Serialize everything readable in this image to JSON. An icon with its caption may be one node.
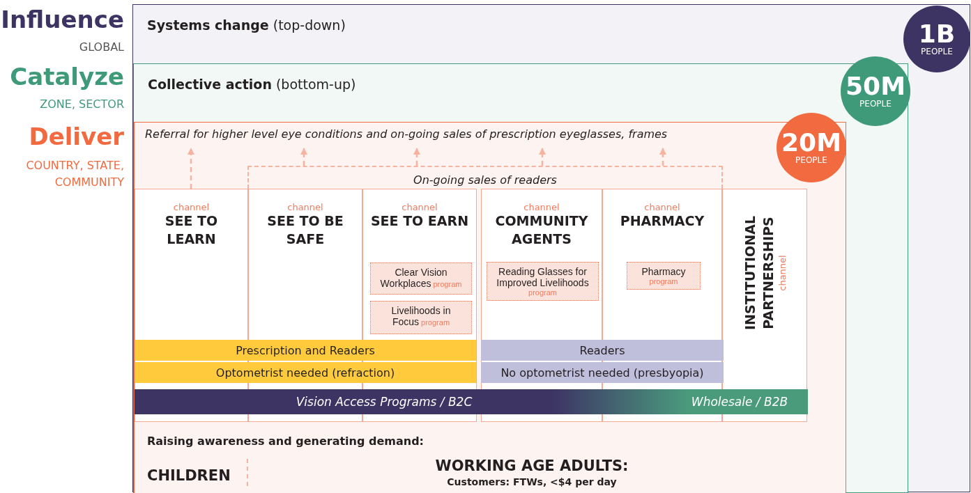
{
  "diagram": {
    "nodes": [
      {
        "text": [
          "**Systems change** (top-down)"
        ]
      },
      {
        "text": [
          "1B",
          "PEOPLE"
        ],
        "in": 0
      },
      {
        "text": [
          "**Collective action** (bottom-up)"
        ],
        "in": 0
      },
      {
        "text": [
          "50M",
          "PEOPLE"
        ],
        "in": 0
      },
      {
        "text": [],
        "shape": "box",
        "in": 2
      },
      {
        "text": [
          "20M",
          "PEOPLE"
        ],
        "in": 2
      },
      {
        "text": [
          "Referral for higher level eye conditions and on-going sales of prescription eyeglasses, frames"
        ],
        "in": 4
      },
      {
        "text": [
          "On-going sales of readers"
        ],
        "in": 4
      },
      {
        "text": [
          "channel",
          "SEE TO LEARN"
        ],
        "in": 4
      },
      {
        "text": [
          "channel",
          "SEE TO BE SAFE"
        ],
        "in": 4
      },
      {
        "text": [
          "channel",
          "SEE TO EARN"
        ],
        "in": 4
      },
      {
        "text": [
          "Clear Vision Workplaces",
          "program"
        ],
        "in": 10
      },
      {
        "text": [
          "Livelihoods in Focus",
          "program"
        ],
        "in": 10
      },
      {
        "text": [
          "channel",
          "COMMUNITY AGENTS"
        ],
        "in": 4
      },
      {
        "text": [
          "Reading Glasses for Improved Livelihoods",
          "program"
        ],
        "in": 13
      },
      {
        "text": [
          "channel",
          "PHARMACY"
        ],
        "in": 4
      },
      {
        "text": [
          "Pharmacy",
          "program"
        ],
        "in": 15
      },
      {
        "text": [
          "INSTITUTIONAL PARTNERSHIPS",
          "channel"
        ],
        "in": 4
      },
      {
        "text": [
          "Prescription and Readers"
        ],
        "in": 4
      },
      {
        "text": [
          "Optometrist needed (refraction)"
        ],
        "in": 4
      },
      {
        "text": [
          "Readers"
        ],
        "in": 4
      },
      {
        "text": [
          "No optometrist needed (presbyopia)"
        ],
        "in": 4
      },
      {
        "text": [
          "Vision Access Programs / B2C",
          "Wholesale / B2B"
        ],
        "in": 4
      }
    ],
    "edges": [
      {
        "from": 8,
        "to": 6,
        "arrow": "to",
        "style": "dashed"
      },
      {
        "from": 7,
        "to": 6,
        "arrow": "to",
        "style": "dashed"
      },
      {
        "from": 7,
        "to": 6,
        "arrow": "to",
        "style": "dashed"
      },
      {
        "from": 7,
        "to": 6,
        "arrow": "to",
        "style": "dashed"
      },
      {
        "from": 7,
        "to": 6,
        "arrow": "to",
        "style": "dashed"
      }
    ],
    "labels": [
      "Influence",
      "GLOBAL",
      "Catalyze",
      "ZONE, SECTOR",
      "Deliver",
      "COUNTRY, STATE, COMMUNITY",
      "Raising awareness and generating demand:",
      "CHILDREN",
      "WORKING AGE ADULTS:",
      "Customers: FTWs, <$4 per day"
    ]
  }
}
